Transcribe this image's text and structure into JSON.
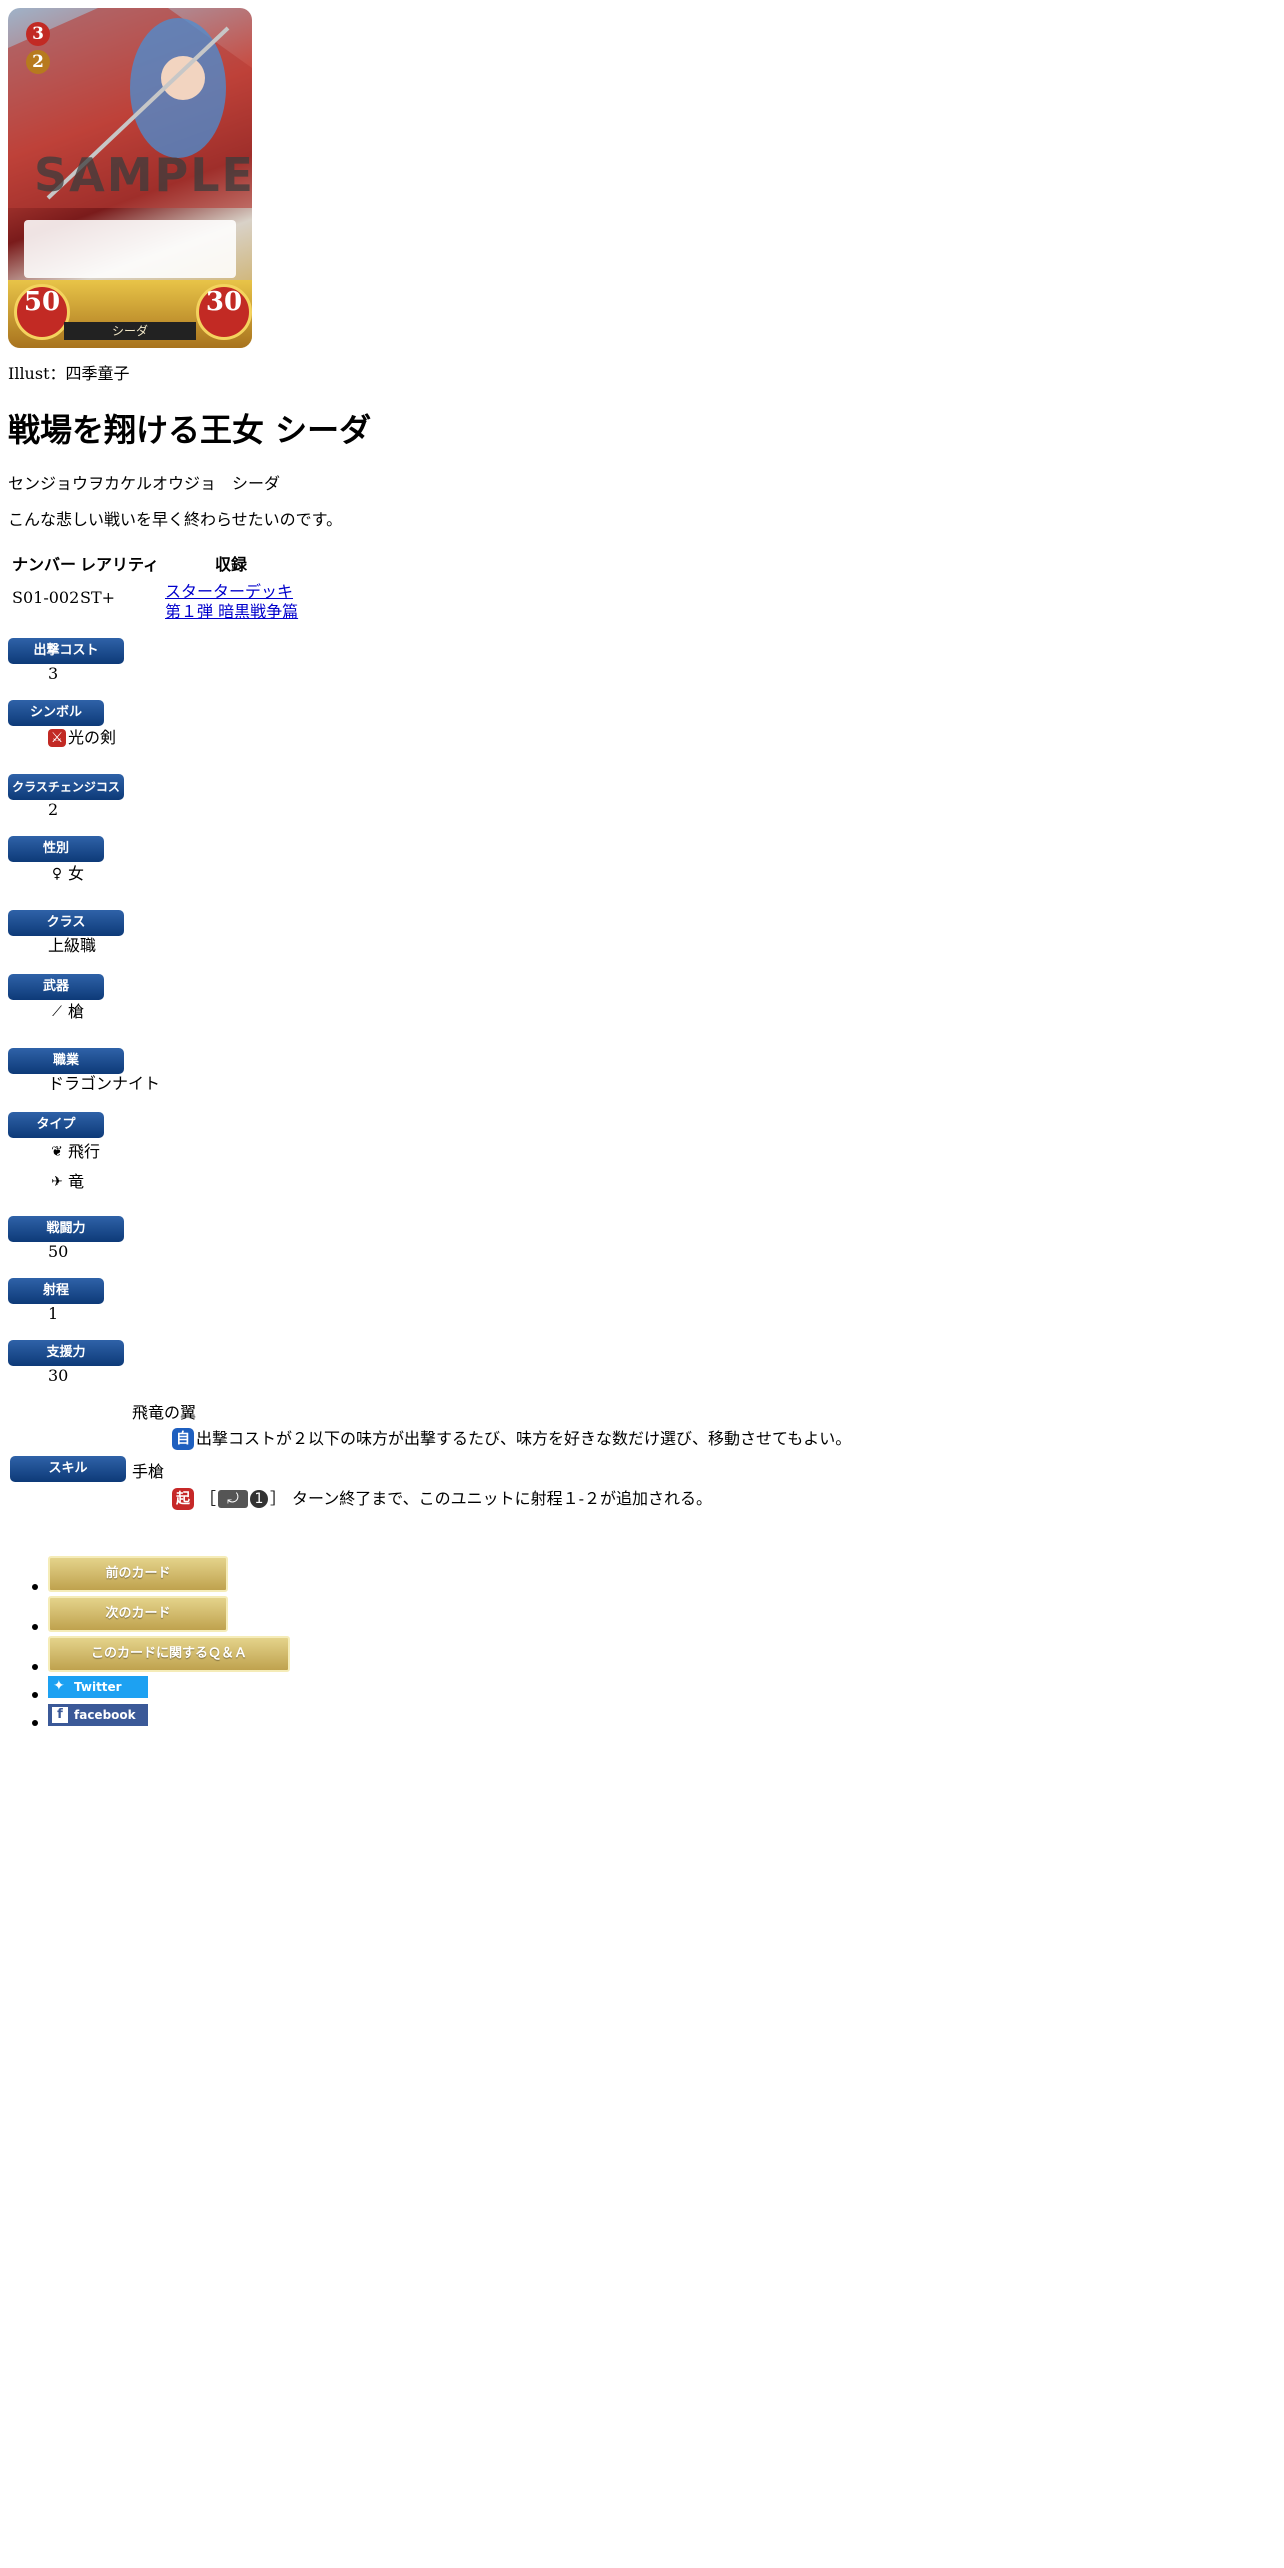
{
  "card": {
    "sample_watermark": "SAMPLE",
    "cost": "3",
    "class_change_cost": "2",
    "power": "50",
    "support": "30",
    "name_strip": "シーダ"
  },
  "illust": "Illust：四季童子",
  "title": "戦場を翔ける王女 シーダ",
  "reading": "センジョウヲカケルオウジョ　シーダ",
  "quote": "こんな悲しい戦いを早く終わらせたいのです。",
  "table": {
    "headers": [
      "ナンバー",
      "レアリティ",
      "収録"
    ],
    "number": "S01-002",
    "rarity": "ST+",
    "releases": [
      "スターターデッキ",
      "第１弾 暗黒戦争篇"
    ]
  },
  "stats": {
    "cost": {
      "label": "出撃コスト",
      "value": "3"
    },
    "symbol": {
      "label": "シンボル",
      "value": "光の剣",
      "icon": "sword-of-light-icon"
    },
    "cc": {
      "label": "クラスチェンジコスト",
      "value": "2"
    },
    "gender": {
      "label": "性別",
      "value": "女",
      "icon": "female-icon"
    },
    "class": {
      "label": "クラス",
      "value": "上級職"
    },
    "weapon": {
      "label": "武器",
      "value": "槍",
      "icon": "lance-icon"
    },
    "job": {
      "label": "職業",
      "value": "ドラゴンナイト"
    },
    "type": {
      "label": "タイプ",
      "values": [
        "飛行",
        "竜"
      ],
      "icons": [
        "wing-icon",
        "dragon-icon"
      ]
    },
    "power": {
      "label": "戦闘力",
      "value": "50"
    },
    "range": {
      "label": "射程",
      "value": "1"
    },
    "support": {
      "label": "支援力",
      "value": "30"
    }
  },
  "skills": {
    "label": "スキル",
    "items": [
      {
        "name": "飛竜の翼",
        "badge": "自",
        "text": "出撃コストが２以下の味方が出撃するたび、味方を好きな数だけ選び、移動させてもよい。"
      },
      {
        "name": "手槍",
        "badge": "起",
        "cost_open": "［",
        "cost_num": "1",
        "cost_close": "］",
        "text": "ターン終了まで、このユニットに射程１-２が追加される。"
      }
    ]
  },
  "buttons": {
    "prev": "前のカード",
    "next": "次のカード",
    "qa": "このカードに関するＱ＆Ａ",
    "twitter": "Twitter",
    "facebook": "facebook"
  },
  "colors": {
    "label_bg": "#0d3a78",
    "link": "#0000cc",
    "gold_button": "#bfa24e",
    "twitter": "#1da1f2",
    "facebook": "#3b5998",
    "auto_badge": "#1e5fbf",
    "activate_badge": "#c62828"
  }
}
